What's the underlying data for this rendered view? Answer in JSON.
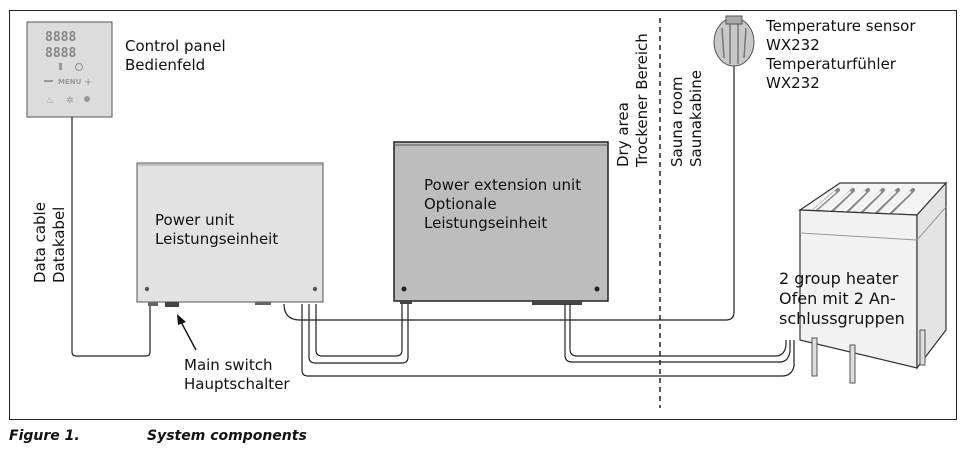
{
  "labels": {
    "control_panel": [
      "Control panel",
      "Bedienfeld"
    ],
    "power_unit": [
      "Power unit",
      "Leistungseinheit"
    ],
    "extension_unit": [
      "Power extension unit",
      "Optionale",
      "Leistungseinheit"
    ],
    "main_switch": [
      "Main switch",
      "Hauptschalter"
    ],
    "data_cable": [
      "Data cable",
      "Datakabel"
    ],
    "dry_area": [
      "Dry area",
      "Trockener Bereich"
    ],
    "sauna_room": [
      "Sauna room",
      "Saunakabine"
    ],
    "sensor": [
      "Temperature sensor",
      "WX232",
      "Temperaturfühler",
      "WX232"
    ],
    "heater": [
      "2 group heater",
      "Ofen mit 2 An-",
      "schlussgruppen"
    ]
  },
  "panel": {
    "digits_top": "8888",
    "digits_bottom": "8888",
    "menu_label": "MENU"
  },
  "caption": {
    "number": "Figure 1.",
    "title": "System components"
  },
  "colors": {
    "unit_fill": "#e2e2e2",
    "extension_fill": "#bdbdbd",
    "line": "#222222"
  }
}
